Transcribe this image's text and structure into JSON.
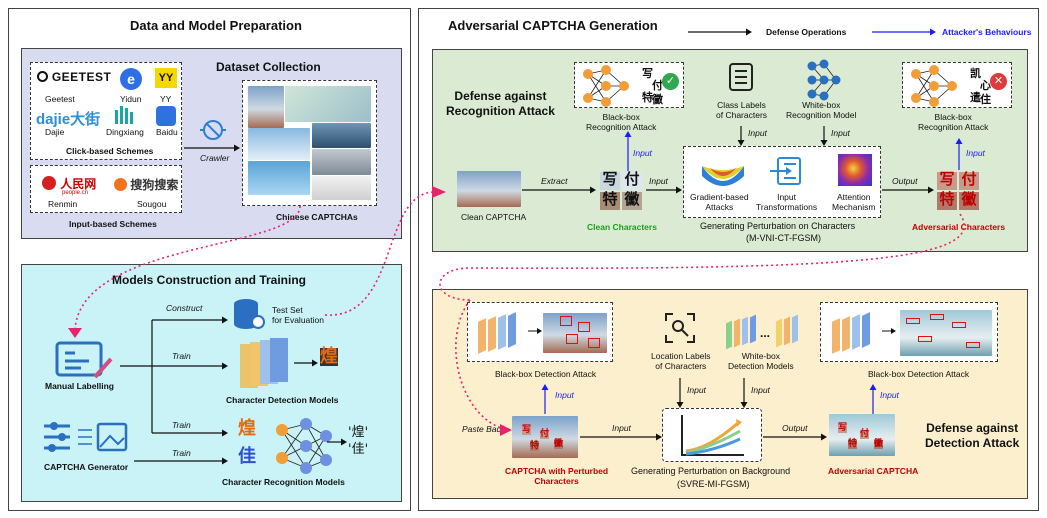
{
  "left_panel": {
    "title": "Data and Model Preparation",
    "dataset_collection": {
      "title": "Dataset Collection",
      "click_schemes": {
        "label": "Click-based Schemes",
        "providers": [
          "Geetest",
          "Yidun",
          "YY",
          "Dajie",
          "Dingxiang",
          "Baidu"
        ],
        "logos": {
          "geetest": "GEETEST",
          "yy": "YY",
          "dajie": "dajie大街"
        }
      },
      "input_schemes": {
        "label": "Input-based Schemes",
        "providers": [
          "Renmin",
          "Sougou"
        ],
        "logos": {
          "renmin": "人民网",
          "renmin_sub": "people.cn",
          "sougou": "搜狗搜索"
        }
      },
      "crawler_label": "Crawler",
      "captchas_label": "Chinese CAPTCHAs"
    },
    "models": {
      "title": "Models  Construction and Training",
      "manual_labelling": "Manual Labelling",
      "captcha_generator": "CAPTCHA Generator",
      "construct_label": "Construct",
      "train_label": "Train",
      "test_set_label": "Test Set\nfor Evaluation",
      "detection_models": "Character Detection Models",
      "recognition_models": "Character Recognition Models",
      "sample_chars": [
        "煌",
        "佳"
      ],
      "output_chars": "'煌'\n'佳'"
    }
  },
  "right_panel": {
    "title": "Adversarial CAPTCHA Generation",
    "legend": {
      "defense": "Defense Operations",
      "attacker": "Attacker's Behaviours"
    },
    "recognition": {
      "title": "Defense against\nRecognition Attack",
      "clean_captcha": "Clean CAPTCHA",
      "extract": "Extract",
      "input": "Input",
      "output": "Output",
      "clean_characters": "Clean Characters",
      "blackbox_left": "Black-box\nRecognition Attack",
      "blackbox_right": "Black-box\nRecognition Attack",
      "class_labels": "Class Labels\nof Characters",
      "whitebox_model": "White-box\nRecognition Model",
      "gradient": "Gradient-based\nAttacks",
      "input_trans": "Input\nTransformations",
      "attention": "Attention\nMechanism",
      "generating": "Generating Perturbation on Characters",
      "method": "(M-VNI-CT-FGSM)",
      "adversarial_characters": "Adversarial Characters",
      "correct_chars": [
        "写",
        "付",
        "特",
        "黴"
      ],
      "wrong_chars": [
        "凯",
        "心",
        "遣",
        "住"
      ]
    },
    "detection": {
      "title": "Defense against\nDetection Attack",
      "blackbox_left": "Black-box Detection Attack",
      "blackbox_right": "Black-box Detection  Attack",
      "location_labels": "Location Labels\nof Characters",
      "whitebox_models": "White-box\nDetection Models",
      "paste_back": "Paste Back",
      "input": "Input",
      "output": "Output",
      "perturbed_captcha": "CAPTCHA with Perturbed\nCharacters",
      "generating": "Generating Perturbation on Background",
      "method": "(SVRE-MI-FGSM)",
      "adversarial_captcha": "Adversarial CAPTCHA",
      "ellipsis": "..."
    }
  },
  "colors": {
    "left_bg": "#ffffff",
    "dataset_bg": "#d9dcf0",
    "models_bg": "#c9f3f6",
    "recognition_bg": "#dbead2",
    "detection_bg": "#fbefcd",
    "attacker_arrow": "#1a1aff",
    "defense_arrow": "#111111",
    "dotted_link": "#e8226b",
    "red_text": "#c00000",
    "green_text": "#1e9c1e"
  }
}
